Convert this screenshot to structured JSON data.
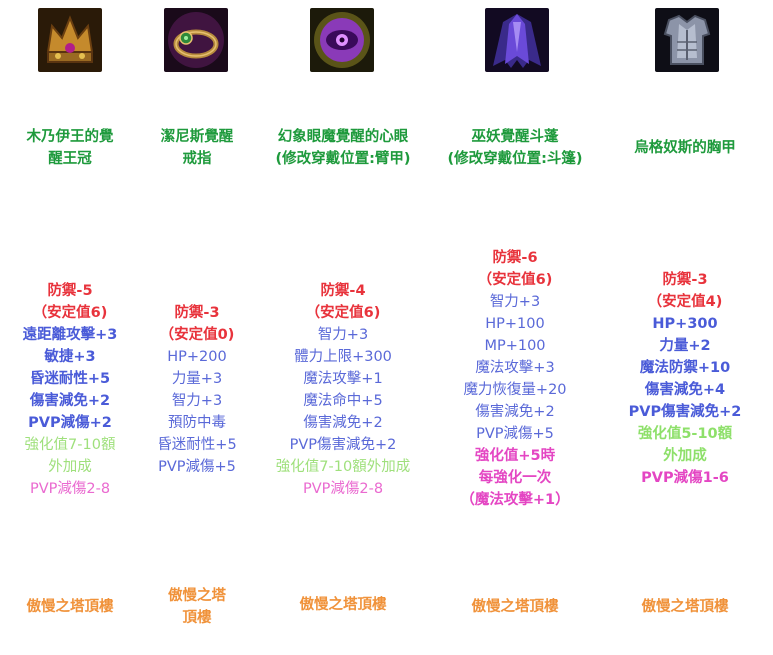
{
  "items": [
    {
      "icon": "crown-icon",
      "name_lines": [
        "木乃伊王的覺",
        "醒王冠"
      ],
      "stats": [
        {
          "text": "防禦-5",
          "style": "red"
        },
        {
          "text": "（安定值6)",
          "style": "red"
        },
        {
          "text": "遠距離攻擊+3",
          "style": "blueb"
        },
        {
          "text": "敏捷+3",
          "style": "blueb"
        },
        {
          "text": "昏迷耐性+5",
          "style": "blueb"
        },
        {
          "text": "傷害減免+2",
          "style": "blueb"
        },
        {
          "text": "PVP減傷+2",
          "style": "blueb"
        },
        {
          "text": "強化值7-10額",
          "style": "green"
        },
        {
          "text": "外加成",
          "style": "green"
        },
        {
          "text": "PVP減傷2-8",
          "style": "pink"
        }
      ],
      "source_lines": [
        "傲慢之塔頂樓"
      ]
    },
    {
      "icon": "ring-icon",
      "name_lines": [
        "潔尼斯覺醒",
        "戒指"
      ],
      "stats": [
        {
          "text": "防禦-3",
          "style": "red"
        },
        {
          "text": "（安定值0)",
          "style": "red"
        },
        {
          "text": "HP+200",
          "style": "blue"
        },
        {
          "text": "力量+3",
          "style": "blue"
        },
        {
          "text": "智力+3",
          "style": "blue"
        },
        {
          "text": "預防中毒",
          "style": "blue"
        },
        {
          "text": "昏迷耐性+5",
          "style": "blue"
        },
        {
          "text": "PVP減傷+5",
          "style": "blue"
        }
      ],
      "source_lines": [
        "傲慢之塔",
        "頂樓"
      ]
    },
    {
      "icon": "eye-orb-icon",
      "name_lines": [
        "幻象眼魔覺醒的心眼",
        "(修改穿戴位置:臂甲)"
      ],
      "stats": [
        {
          "text": "防禦-4",
          "style": "red"
        },
        {
          "text": "（安定值6)",
          "style": "red"
        },
        {
          "text": "智力+3",
          "style": "blue"
        },
        {
          "text": "體力上限+300",
          "style": "blue"
        },
        {
          "text": "魔法攻擊+1",
          "style": "blue"
        },
        {
          "text": "魔法命中+5",
          "style": "blue"
        },
        {
          "text": "傷害減免+2",
          "style": "blue"
        },
        {
          "text": "PVP傷害減免+2",
          "style": "blue"
        },
        {
          "text": "強化值7-10額外加成",
          "style": "green"
        },
        {
          "text": "PVP減傷2-8",
          "style": "pink"
        }
      ],
      "source_lines": [
        "傲慢之塔頂樓"
      ]
    },
    {
      "icon": "cloak-icon",
      "name_lines": [
        "巫妖覺醒斗蓬",
        "(修改穿戴位置:斗篷)"
      ],
      "stats": [
        {
          "text": "防禦-6",
          "style": "red"
        },
        {
          "text": "（安定值6)",
          "style": "red"
        },
        {
          "text": "智力+3",
          "style": "blue"
        },
        {
          "text": "HP+100",
          "style": "blue"
        },
        {
          "text": "MP+100",
          "style": "blue"
        },
        {
          "text": "魔法攻擊+3",
          "style": "blue"
        },
        {
          "text": "魔力恢復量+20",
          "style": "blue"
        },
        {
          "text": "傷害減免+2",
          "style": "blue"
        },
        {
          "text": "PVP減傷+5",
          "style": "blue"
        },
        {
          "text": "強化值+5時",
          "style": "pinkb"
        },
        {
          "text": "每強化一次",
          "style": "pinkb"
        },
        {
          "text": "（魔法攻擊+1）",
          "style": "pinkb"
        }
      ],
      "source_lines": [
        "傲慢之塔頂樓"
      ]
    },
    {
      "icon": "breastplate-icon",
      "name_lines": [
        "烏格奴斯的胸甲"
      ],
      "stats": [
        {
          "text": "防禦-3",
          "style": "red"
        },
        {
          "text": "（安定值4)",
          "style": "red"
        },
        {
          "text": "HP+300",
          "style": "blueb"
        },
        {
          "text": "力量+2",
          "style": "blueb"
        },
        {
          "text": "魔法防禦+10",
          "style": "blueb"
        },
        {
          "text": "傷害減免+4",
          "style": "blueb"
        },
        {
          "text": "PVP傷害減免+2",
          "style": "blueb"
        },
        {
          "text": "強化值5-10額",
          "style": "greenb"
        },
        {
          "text": "外加成",
          "style": "greenb"
        },
        {
          "text": "PVP減傷1-6",
          "style": "pinkb"
        }
      ],
      "source_lines": [
        "傲慢之塔頂樓"
      ]
    }
  ]
}
